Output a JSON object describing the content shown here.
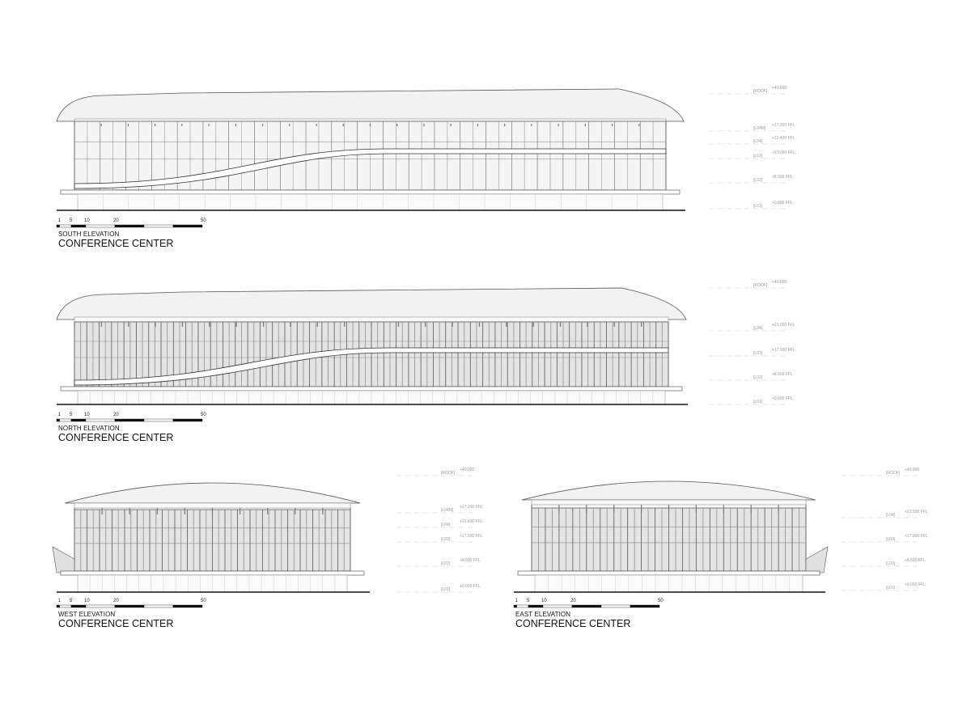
{
  "colors": {
    "line": "#555555",
    "light": "#bbbbbb",
    "ink": "#111111"
  },
  "scale_bar_labels": [
    "1",
    "5",
    "10",
    "20",
    "50"
  ],
  "elevations": [
    {
      "subtitle": "SOUTH ELEVATION",
      "title": "CONFERENCE CENTER",
      "levels": [
        {
          "name": "[ROOF]",
          "value": "+40.000"
        },
        {
          "name": "[L04M]",
          "value": "+27.200 FFL"
        },
        {
          "name": "[L04]",
          "value": "+22.400 FFL"
        },
        {
          "name": "[L03]",
          "value": "+17.000 FFL"
        },
        {
          "name": "[L02]",
          "value": "+8.500 FFL"
        },
        {
          "name": "[L01]",
          "value": "+0.000 FFL"
        }
      ]
    },
    {
      "subtitle": "NORTH ELEVATION",
      "title": "CONFERENCE CENTER",
      "levels": [
        {
          "name": "[ROOF]",
          "value": "+40.000"
        },
        {
          "name": "[L04]",
          "value": "+21.000 FFL"
        },
        {
          "name": "[L03]",
          "value": "+17.000 FFL"
        },
        {
          "name": "[L02]",
          "value": "+8.500 FFL"
        },
        {
          "name": "[L01]",
          "value": "+0.000 FFL"
        }
      ]
    },
    {
      "subtitle": "WEST ELEVATION",
      "title": "CONFERENCE CENTER",
      "levels": [
        {
          "name": "[ROOF]",
          "value": "+40.000"
        },
        {
          "name": "[L04M]",
          "value": "+27.200 FFL"
        },
        {
          "name": "[L04]",
          "value": "+22.400 FFL"
        },
        {
          "name": "[L03]",
          "value": "+17.000 FFL"
        },
        {
          "name": "[L02]",
          "value": "+8.500 FFL"
        },
        {
          "name": "[L01]",
          "value": "+0.000 FFL"
        }
      ]
    },
    {
      "subtitle": "EAST ELEVATION",
      "title": "CONFERENCE CENTER",
      "levels": [
        {
          "name": "[ROOF]",
          "value": "+40.000"
        },
        {
          "name": "[L04]",
          "value": "+23.500 FFL"
        },
        {
          "name": "[L03]",
          "value": "+17.000 FFL"
        },
        {
          "name": "[L02]",
          "value": "+8.500 FFL"
        },
        {
          "name": "[L01]",
          "value": "+0.000 FFL"
        }
      ]
    }
  ]
}
